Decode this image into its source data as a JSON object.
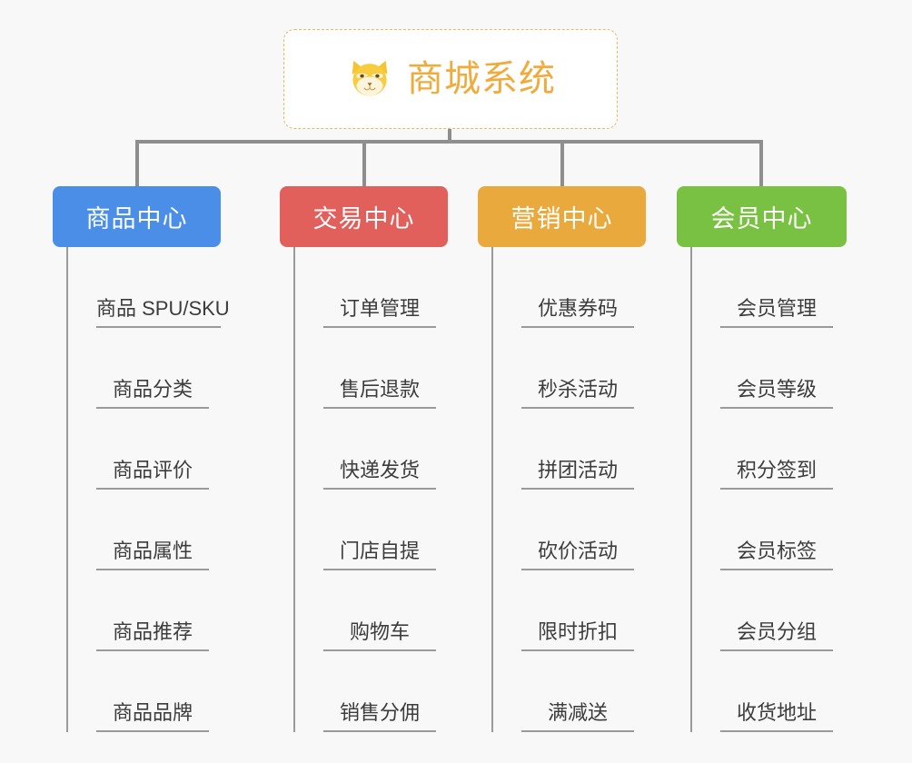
{
  "page": {
    "background_color": "#f8f8f8",
    "title": "商城系统"
  },
  "root": {
    "label": "商城系统",
    "icon": "shiba-dog-icon",
    "text_color": "#f0ab3d",
    "border_color": "#e8b95a",
    "background_color": "#ffffff"
  },
  "connector": {
    "color": "#8e8e8e"
  },
  "columns": [
    {
      "id": "product-center",
      "label": "商品中心",
      "color": "#4a8ee8",
      "items": [
        {
          "label": "商品 SPU/SKU"
        },
        {
          "label": "商品分类"
        },
        {
          "label": "商品评价"
        },
        {
          "label": "商品属性"
        },
        {
          "label": "商品推荐"
        },
        {
          "label": "商品品牌"
        }
      ]
    },
    {
      "id": "trade-center",
      "label": "交易中心",
      "color": "#e2605b",
      "items": [
        {
          "label": "订单管理"
        },
        {
          "label": "售后退款"
        },
        {
          "label": "快递发货"
        },
        {
          "label": "门店自提"
        },
        {
          "label": "购物车"
        },
        {
          "label": "销售分佣"
        }
      ]
    },
    {
      "id": "marketing-center",
      "label": "营销中心",
      "color": "#e9a93d",
      "items": [
        {
          "label": "优惠券码"
        },
        {
          "label": "秒杀活动"
        },
        {
          "label": "拼团活动"
        },
        {
          "label": "砍价活动"
        },
        {
          "label": "限时折扣"
        },
        {
          "label": "满减送"
        }
      ]
    },
    {
      "id": "member-center",
      "label": "会员中心",
      "color": "#79c142",
      "items": [
        {
          "label": "会员管理"
        },
        {
          "label": "会员等级"
        },
        {
          "label": "积分签到"
        },
        {
          "label": "会员标签"
        },
        {
          "label": "会员分组"
        },
        {
          "label": "收货地址"
        }
      ]
    }
  ]
}
